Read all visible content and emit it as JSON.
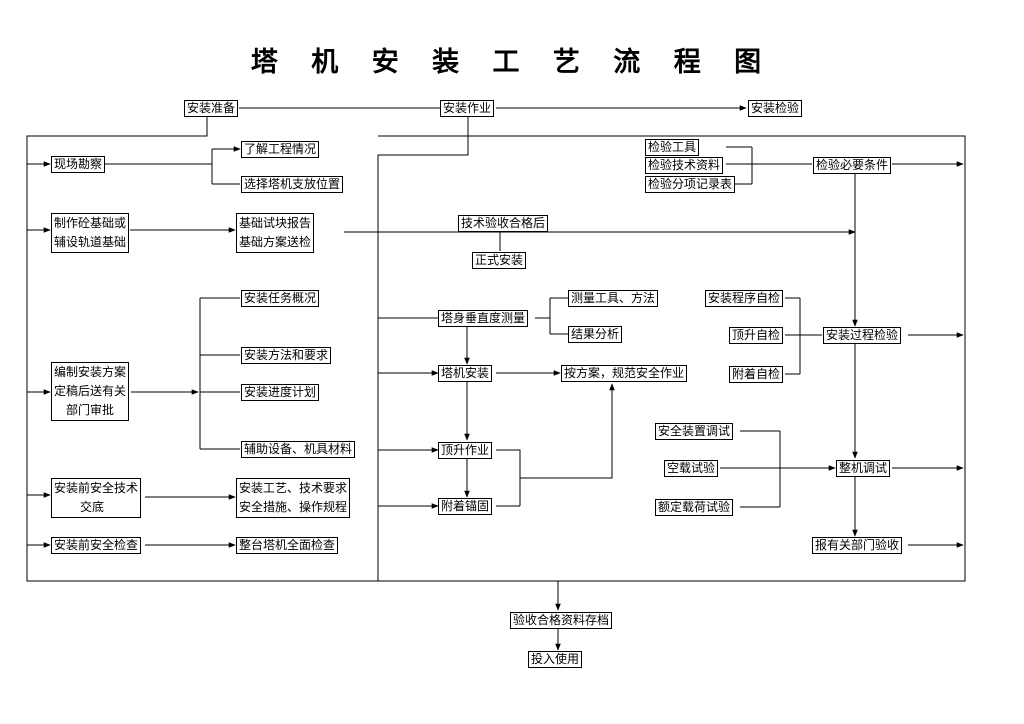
{
  "title": "塔 机 安 装 工 艺 流 程 图",
  "stages": {
    "prep": "安装准备",
    "work": "安装作业",
    "inspect": "安装检验"
  },
  "prep": {
    "survey": "现场勘察",
    "survey_a": "了解工程情况",
    "survey_b": "选择塔机支放位置",
    "foundation_l1": "制作砼基础或",
    "foundation_l2": "辅设轨道基础",
    "report_l1": "基础试块报告",
    "report_l2": "基础方案送检",
    "plan_l1": "编制安装方案",
    "plan_l2": "定稿后送有关",
    "plan_l3": "部门审批",
    "plan_a": "安装任务概况",
    "plan_b": "安装方法和要求",
    "plan_c": "安装进度计划",
    "plan_d": "辅助设备、机具材料",
    "brief_l1": "安装前安全技术",
    "brief_l2": "交底",
    "brief_a1": "安装工艺、技术要求",
    "brief_a2": "安全措施、操作规程",
    "precheck": "安装前安全检查",
    "precheck_a": "整台塔机全面检查"
  },
  "work": {
    "tech_pass": "技术验收合格后",
    "formal": "正式安装",
    "vertical": "塔身垂直度测量",
    "measure": "测量工具、方法",
    "result": "结果分析",
    "install": "塔机安装",
    "standard": "按方案，规范安全作业",
    "jacking": "顶升作业",
    "anchor": "附着锚固"
  },
  "inspect": {
    "tools": "检验工具",
    "docs": "检验技术资料",
    "records": "检验分项记录表",
    "conditions": "检验必要条件",
    "self_proc": "安装程序自检",
    "self_jack": "顶升自检",
    "self_anchor": "附着自检",
    "process": "安装过程检验",
    "safety_dev": "安全装置调试",
    "no_load": "空载试验",
    "rated_load": "额定载荷试验",
    "debug": "整机调试",
    "report": "报有关部门验收"
  },
  "final": {
    "archive": "验收合格资料存档",
    "use": "投入使用"
  }
}
